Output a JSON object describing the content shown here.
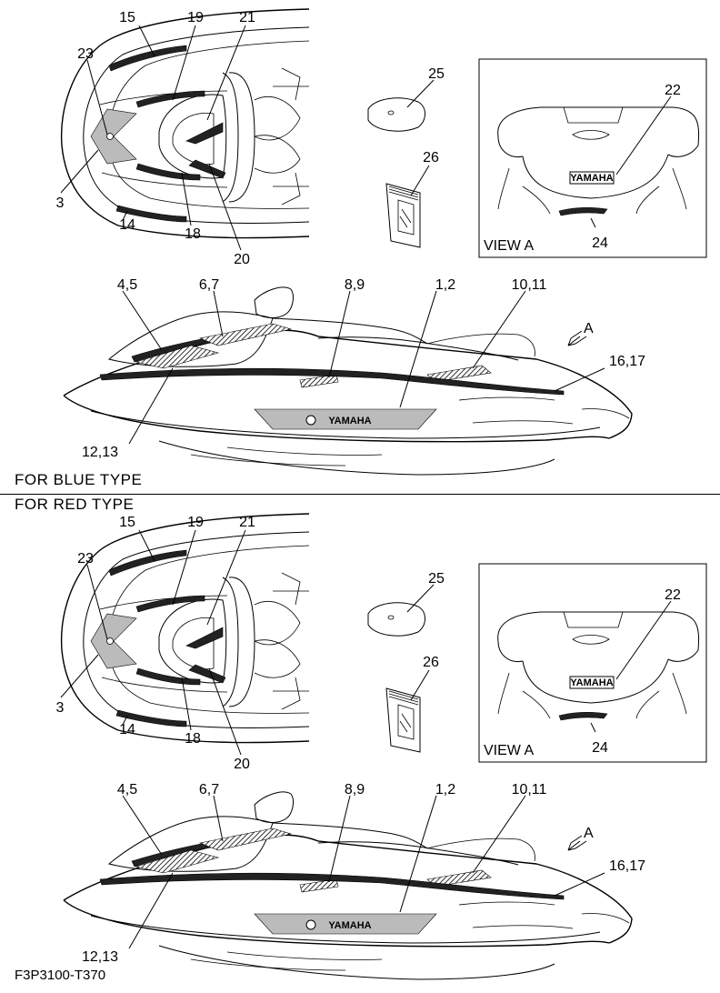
{
  "sections": [
    {
      "id": "blue",
      "title": "FOR BLUE TYPE",
      "view_label": "VIEW A",
      "arrow_label": "A",
      "brand_text": "YAMAHA",
      "callouts": [
        "15",
        "19",
        "21",
        "23",
        "25",
        "22",
        "26",
        "3",
        "14",
        "18",
        "20",
        "24",
        "4,5",
        "6,7",
        "8,9",
        "1,2",
        "10,11",
        "16,17",
        "12,13"
      ]
    },
    {
      "id": "red",
      "title": "FOR RED TYPE",
      "view_label": "VIEW A",
      "arrow_label": "A",
      "brand_text": "YAMAHA",
      "callouts": [
        "15",
        "19",
        "21",
        "23",
        "25",
        "22",
        "26",
        "3",
        "14",
        "18",
        "20",
        "24",
        "4,5",
        "6,7",
        "8,9",
        "1,2",
        "10,11",
        "16,17",
        "12,13"
      ]
    }
  ],
  "figure_code": "F3P3100-T370"
}
